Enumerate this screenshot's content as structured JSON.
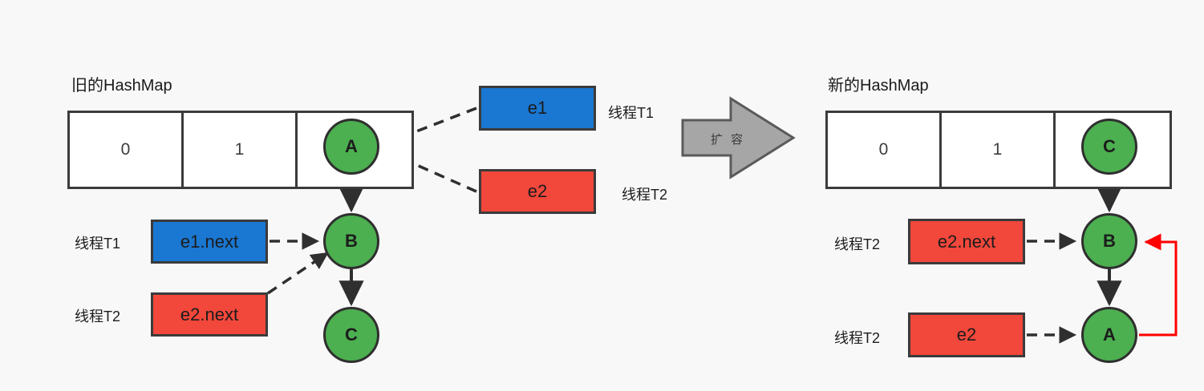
{
  "diagram": {
    "type": "concurrency-hashmap-resize-infinite-loop",
    "background_color": "#f8f8f8",
    "colors": {
      "node_green": "#4caf50",
      "entry_blue": "#1a77d2",
      "entry_red": "#f2473b",
      "stroke_dark": "#3b3b3b",
      "loop_red": "#ff0000",
      "big_arrow_gray": "#a6a6a6"
    }
  },
  "left_panel": {
    "title": "旧的HashMap",
    "buckets": [
      {
        "label": "0",
        "node": null
      },
      {
        "label": "1",
        "node": null
      },
      {
        "label": "",
        "node": "A"
      }
    ],
    "chain_nodes": [
      "A",
      "B",
      "C"
    ],
    "entries": [
      {
        "id": "e1",
        "text": "e1",
        "color": "blue",
        "thread": "线程T1"
      },
      {
        "id": "e2",
        "text": "e2",
        "color": "red",
        "thread": "线程T2"
      },
      {
        "id": "e1next",
        "text": "e1.next",
        "color": "blue",
        "thread": "线程T1"
      },
      {
        "id": "e2next",
        "text": "e2.next",
        "color": "red",
        "thread": "线程T2"
      }
    ]
  },
  "transition": {
    "label": "扩 容"
  },
  "right_panel": {
    "title": "新的HashMap",
    "buckets": [
      {
        "label": "0",
        "node": null
      },
      {
        "label": "1",
        "node": null
      },
      {
        "label": "",
        "node": "C"
      }
    ],
    "chain_nodes": [
      "C",
      "B",
      "A"
    ],
    "entries": [
      {
        "id": "e2next",
        "text": "e2.next",
        "color": "red",
        "thread": "线程T2"
      },
      {
        "id": "e2",
        "text": "e2",
        "color": "red",
        "thread": "线程T2"
      }
    ],
    "loop": {
      "from": "A",
      "to": "B",
      "color": "#ff0000"
    }
  }
}
